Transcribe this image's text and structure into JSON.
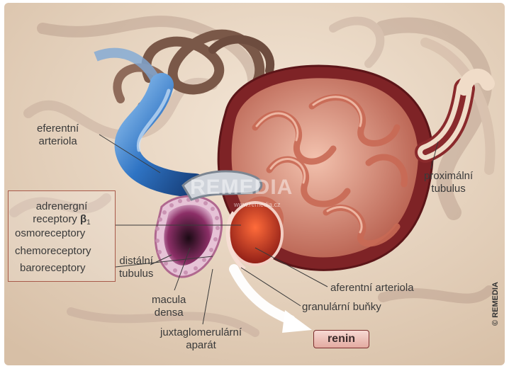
{
  "labels": {
    "eferentni": [
      "eferentní",
      "arteriola"
    ],
    "receptors": {
      "adrenergni": [
        "adrenergní",
        "receptory "
      ],
      "beta_symbol": "β",
      "beta_sub": "1",
      "osmo": "osmoreceptory",
      "chemo": "chemoreceptory",
      "baro": "baroreceptory"
    },
    "distalni": [
      "distální",
      "tubulus"
    ],
    "macula": [
      "macula",
      "densa"
    ],
    "juxta": [
      "juxtaglomerulární",
      "aparát"
    ],
    "aferentni": "aferentní arteriola",
    "granularni": "granulární buňky",
    "proximalni": [
      "proximální",
      "tubulus"
    ],
    "renin": "renin"
  },
  "branding": {
    "copyright": "© REMEDIA",
    "watermark": "REMEDIA",
    "watermark_sub": "www.remedia.cz"
  },
  "colors": {
    "background": "#e9d5c0",
    "efferent_vessel": "#2f74c4",
    "afferent_vessel": "#c8372a",
    "capsule": "#8a2a2c",
    "capillary": "#e5a28d",
    "tubule_wall": "#f0dcc8",
    "macula_densa": "#6d1e4a",
    "arrow": "#ffffff"
  }
}
